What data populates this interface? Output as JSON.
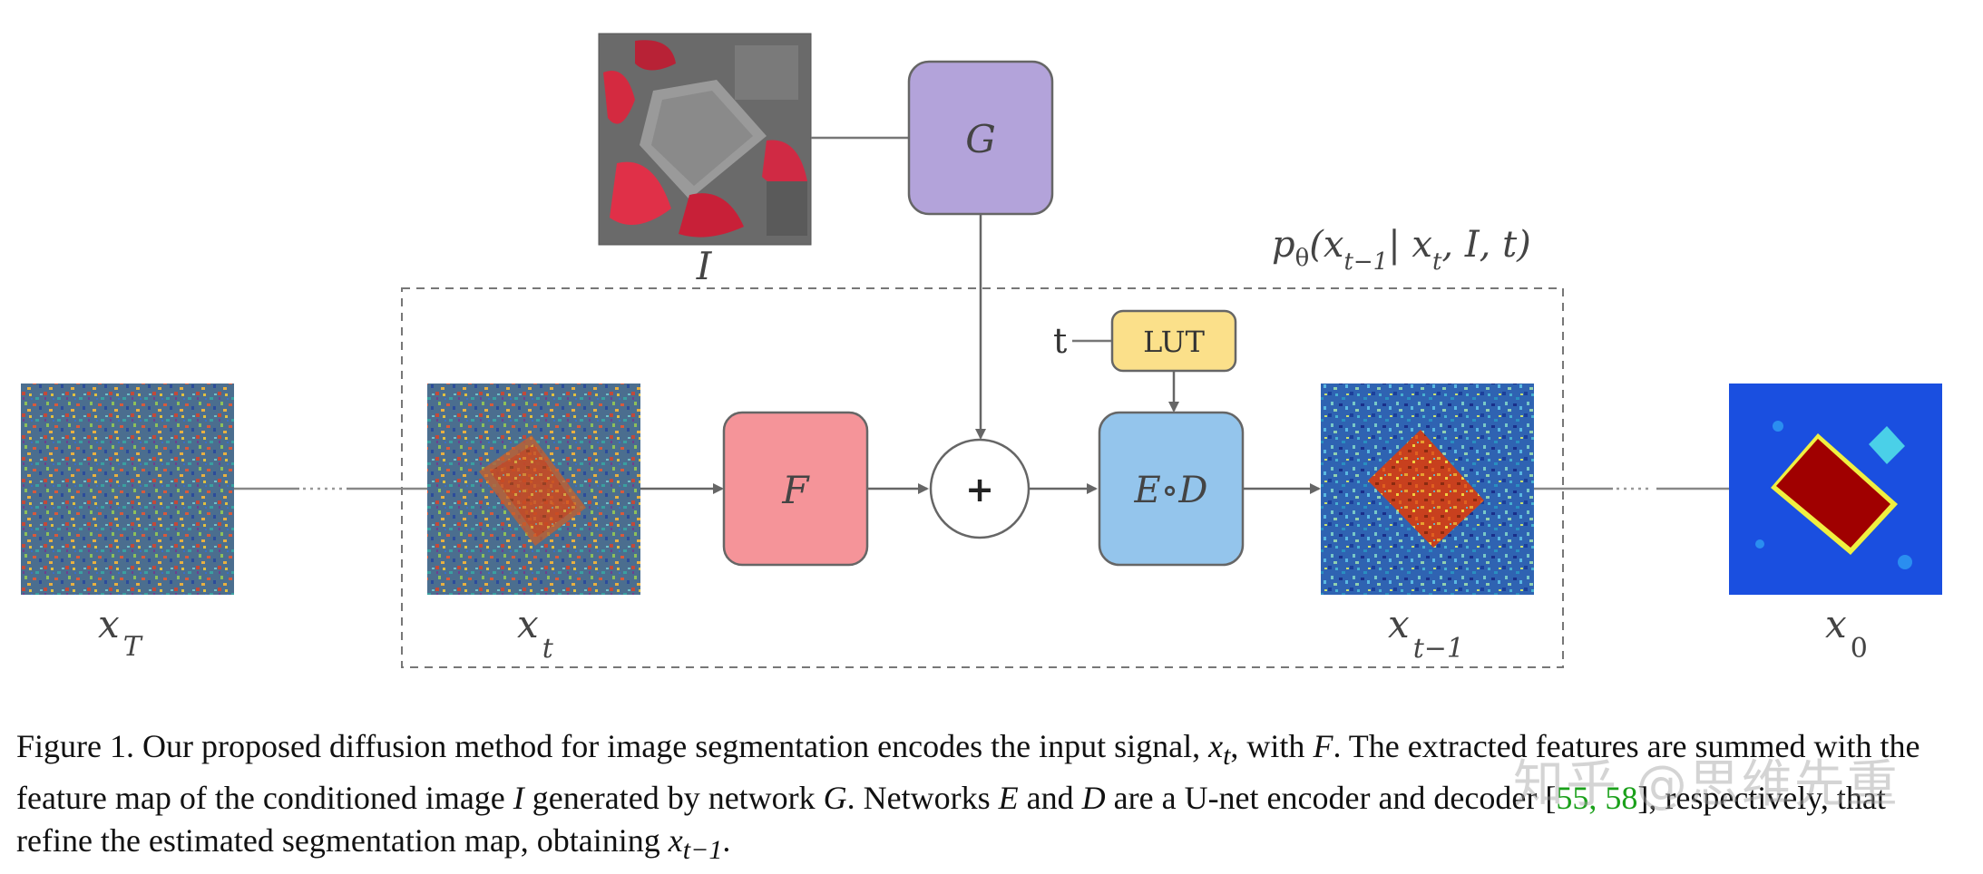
{
  "diagram": {
    "blocks": {
      "g_label": "G",
      "f_label": "F",
      "ed_label": "E∘D",
      "lut_label": "LUT",
      "sum_symbol": "+"
    },
    "inputs": {
      "t_input": "t",
      "image_label": "I"
    },
    "labels": {
      "xT": {
        "base": "x",
        "sub": "T"
      },
      "xt": {
        "base": "x",
        "sub": "t"
      },
      "xt1": {
        "base": "x",
        "sub": "t−1"
      },
      "x0": {
        "base": "x",
        "sub": "0"
      }
    },
    "posterior": {
      "p": "p",
      "theta": "θ",
      "body": "(x",
      "sub1": "t−1",
      "mid": "| x",
      "sub2": "t",
      "tail": ", I, t)"
    },
    "colors": {
      "g_fill": "#b3a3da",
      "f_fill": "#f59499",
      "ed_fill": "#94c5ec",
      "lut_fill": "#fbe08a",
      "stroke": "#666666"
    }
  },
  "caption": {
    "lead": "Figure 1. Our proposed diffusion method for image segmentation encodes the input signal, ",
    "v1": "x",
    "v1sub": "t",
    "p2": ", with ",
    "v2": "F",
    "p3": ". The extracted features are summed with the feature map of the conditioned image ",
    "v3": "I",
    "p4": " generated by network ",
    "v4": "G",
    "p5": ". Networks ",
    "v5": "E",
    "p6": " and ",
    "v6": "D",
    "p7": " are a U-net encoder and decoder [",
    "ref": "55, 58",
    "p8": "], respectively, that refine the estimated segmentation map, obtaining ",
    "v7": "x",
    "v7sub": "t−1",
    "p9": "."
  },
  "watermark": "知乎 @思维先重"
}
